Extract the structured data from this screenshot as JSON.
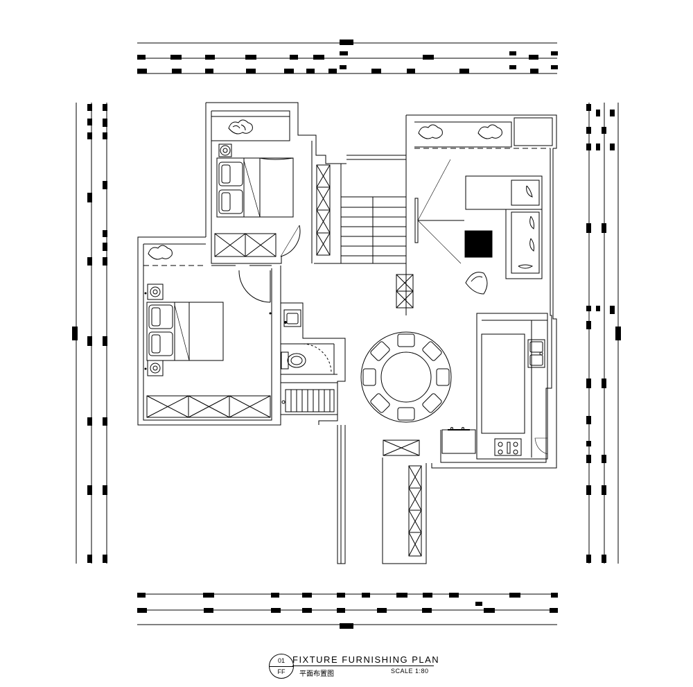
{
  "title_block": {
    "number_top": "01",
    "number_bottom": "FF",
    "title": "FIXTURE FURNISHING PLAN",
    "subtitle": "平面布置图",
    "scale": "SCALE 1:80"
  },
  "colors": {
    "line": "#000000",
    "background": "#ffffff",
    "fill": "#000000"
  },
  "icons": [
    "bed-icon",
    "wardrobe-icon",
    "plant-icon",
    "sofa-icon",
    "dining-table-icon",
    "toilet-icon",
    "sink-icon",
    "stove-icon",
    "stair-icon",
    "tv-icon",
    "lamp-icon",
    "armchair-icon"
  ]
}
